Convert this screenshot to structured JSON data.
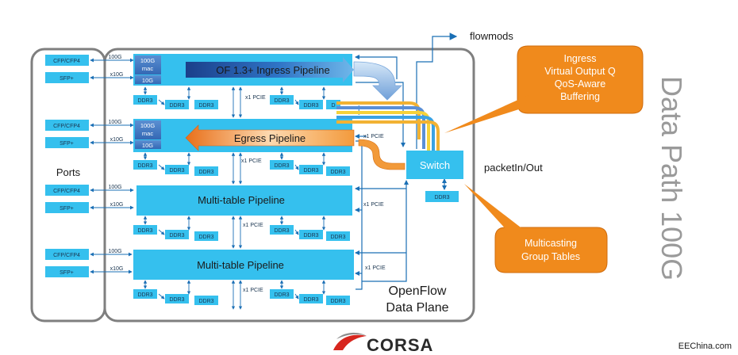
{
  "diagram": {
    "labels": {
      "flowmods": "flowmods",
      "ports": "Ports",
      "packet_in_out": "packetIn/Out",
      "switch": "Switch",
      "openflow_line1": "OpenFlow",
      "openflow_line2": "Data Plane",
      "data_path": "Data Path 100G",
      "watermark": "EEChina.com",
      "logo": "CORSA"
    },
    "callouts": {
      "ingress": [
        "Ingress",
        "Virtual Output Q",
        "QoS-Aware",
        "Buffering"
      ],
      "multicast": [
        "Multicasting",
        "Group Tables"
      ]
    },
    "pipelines": {
      "ingress": "OF 1.3+ Ingress Pipeline",
      "egress": "Egress Pipeline",
      "multi1": "Multi-table Pipeline",
      "multi2": "Multi-table Pipeline"
    },
    "ports": {
      "cfp": "CFP/CFP4",
      "sfp": "SFP+",
      "speed_100g": "100G",
      "speed_10g": "x10G"
    },
    "mac": {
      "line1": "100G",
      "line2": "mac",
      "line3": "10G"
    },
    "memory": {
      "ddr3": "DDR3",
      "ddr3_cut": "D",
      "pcie": "x1 PCIE"
    },
    "colors": {
      "module_fill": "#35c0ee",
      "module_dark": "#1d8fd0",
      "callout_orange": "#f08a1c",
      "frame_gray": "#7f7f7f",
      "wire_blue": "#1a6fb5",
      "logo_red": "#d7261e"
    }
  }
}
